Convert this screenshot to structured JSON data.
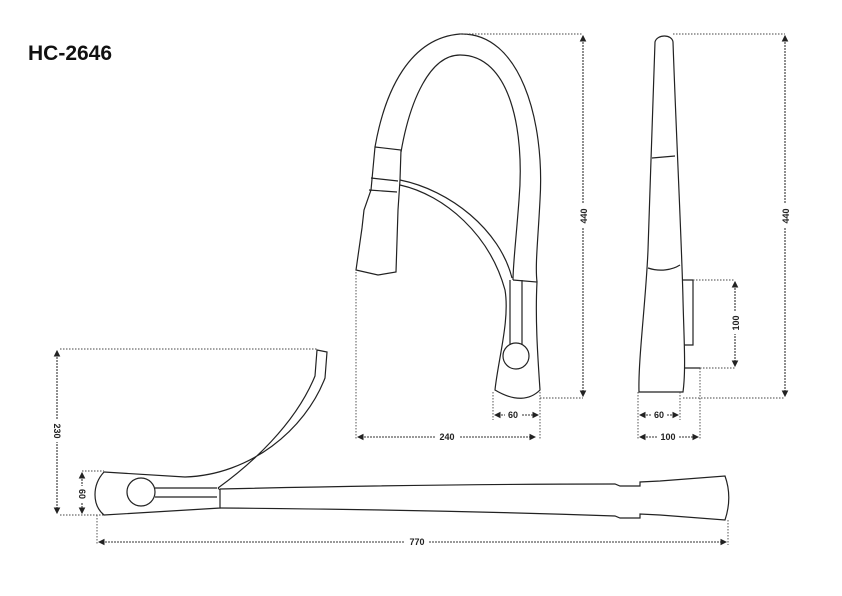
{
  "title": "HC-2646",
  "dimensions": {
    "front_height": "440",
    "front_base_width": "60",
    "front_reach": "240",
    "side_height": "440",
    "side_handle_height": "100",
    "side_base_width": "60",
    "side_depth": "100",
    "top_arc_height": "230",
    "top_base_width": "60",
    "top_length": "770"
  }
}
